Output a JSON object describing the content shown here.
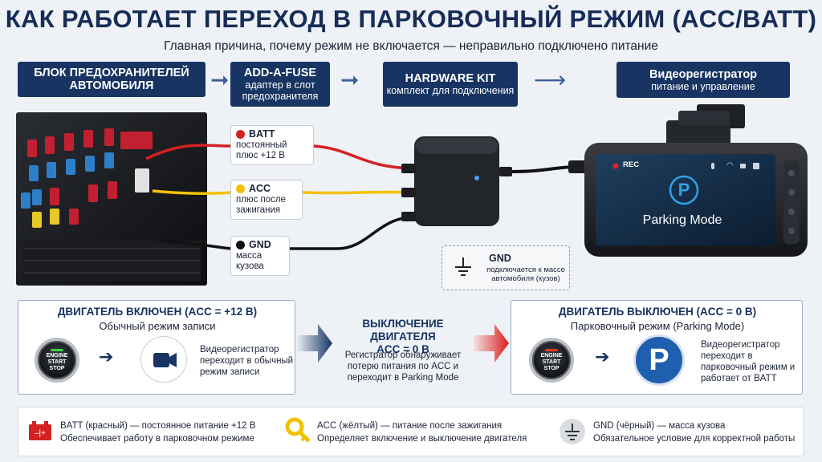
{
  "header": {
    "title": "КАК РАБОТАЕТ ПЕРЕХОД В ПАРКОВОЧНЫЙ РЕЖИМ (ACC/BATT)",
    "subtitle": "Главная причина, почему режим не включается — неправильно подключено питание"
  },
  "flow": [
    {
      "title": "БЛОК ПРЕДОХРАНИТЕЛЕЙ",
      "subtitle": "АВТОМОБИЛЯ"
    },
    {
      "title": "ADD-A-FUSE",
      "subtitle": "адаптер в слот предохранителя"
    },
    {
      "title": "HARDWARE KIT",
      "subtitle": "комплект для подключения"
    },
    {
      "title": "Видеорегистратор",
      "subtitle": "питание и управление"
    }
  ],
  "wires": {
    "batt": {
      "name": "BATT",
      "desc": "постоянный плюс +12 В",
      "color": "#d32222"
    },
    "acc": {
      "name": "ACC",
      "desc": "плюс после зажигания",
      "color": "#f2c200"
    },
    "gnd": {
      "name": "GND",
      "desc": "масса кузова",
      "color": "#111111"
    }
  },
  "gnd_note": {
    "title": "GND",
    "desc": "подключается к массе автомобиля (кузов)"
  },
  "dashcam": {
    "rec": "REC",
    "mode": "Parking Mode",
    "p_symbol": "P"
  },
  "panel_on": {
    "title": "ДВИГАТЕЛЬ ВКЛЮЧЕН (ACC = +12 В)",
    "subtitle": "Обычный режим записи",
    "engine_label": [
      "ENGINE",
      "START",
      "STOP"
    ],
    "text": "Видеорегистратор переходит в обычный режим записи",
    "led_color": "#37d34a"
  },
  "panel_mid": {
    "title": "ВЫКЛЮЧЕНИЕ ДВИГАТЕЛЯ",
    "title2": "ACC = 0 В",
    "text": "Регистратор обнаруживает потерю питания по ACC и переходит в Parking Mode"
  },
  "panel_off": {
    "title": "ДВИГАТЕЛЬ ВЫКЛЮЧЕН (ACC = 0 В)",
    "subtitle": "Парковочный режим (Parking Mode)",
    "engine_label": [
      "ENGINE",
      "START",
      "STOP"
    ],
    "p_symbol": "P",
    "text": "Видеорегистратор переходит в парковочный режим и работает от BATT",
    "led_color": "#e8371e"
  },
  "legend": [
    {
      "line1": "BATT (красный) — постоянное питание +12 В",
      "line2": "Обеспечивает работу в парковочном режиме",
      "icon": "battery-icon",
      "color": "#d32222"
    },
    {
      "line1": "ACC (жёлтый) — питание после зажигания",
      "line2": "Определяет включение и выключение двигателя",
      "icon": "key-icon",
      "color": "#f2c200"
    },
    {
      "line1": "GND (чёрный) — масса кузова",
      "line2": "Обязательное условие для корректной работы",
      "icon": "ground-icon",
      "color": "#333333"
    }
  ]
}
